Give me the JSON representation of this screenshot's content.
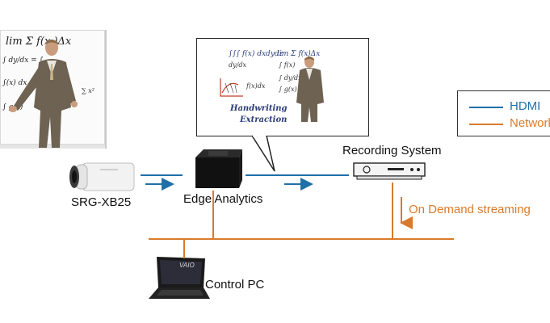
{
  "devices": {
    "camera": "SRG-XB25",
    "edge": "Edge Analytics",
    "recorder": "Recording System",
    "pc": "Control PC",
    "laptop_brand": "VAIO"
  },
  "flows": {
    "streaming": "On Demand streaming"
  },
  "legend": {
    "items": [
      {
        "label": "HDMI",
        "color": "#1f6fa8"
      },
      {
        "label": "Network",
        "color": "#d97a2a"
      }
    ]
  },
  "colors": {
    "hdmi": "#1f6fa8",
    "network": "#d97a2a"
  }
}
